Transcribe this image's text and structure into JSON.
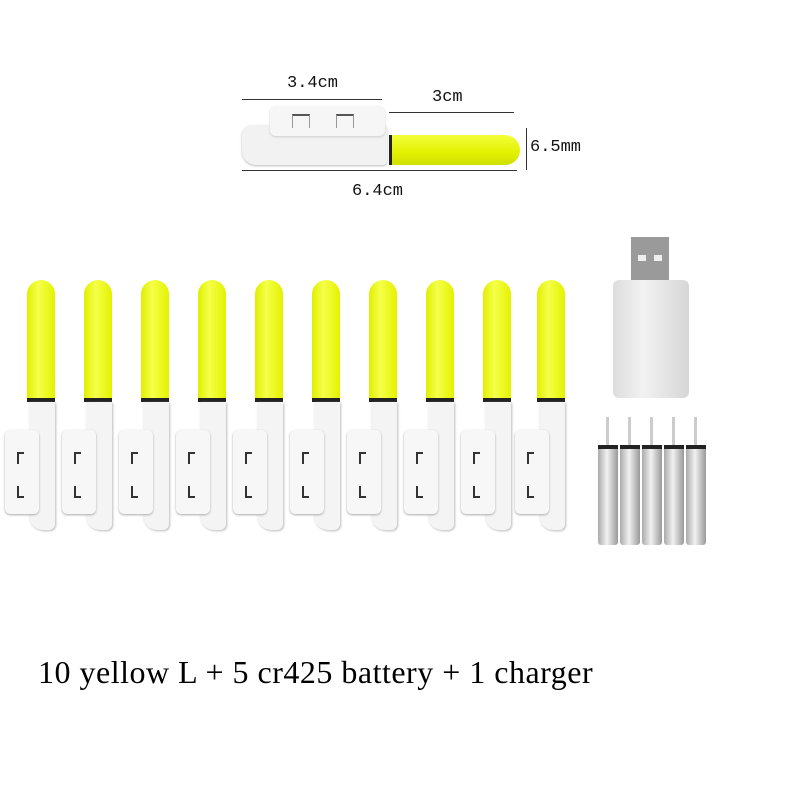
{
  "diagram": {
    "holder_length": "3.4cm",
    "stick_length": "3cm",
    "diameter": "6.5mm",
    "total_length": "6.4cm"
  },
  "products": {
    "stick_count": 10,
    "stick_color": "#e8f500",
    "battery_count": 5,
    "charger_count": 1
  },
  "caption": "10 yellow L + 5 cr425 battery + 1 charger"
}
